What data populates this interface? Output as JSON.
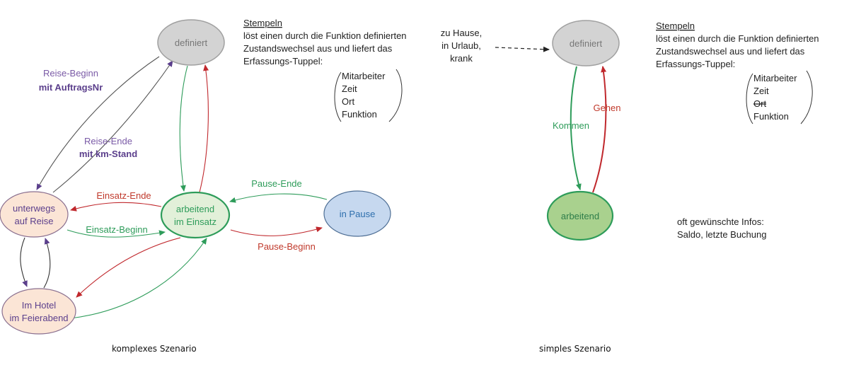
{
  "colors": {
    "purple": "#6a4c93",
    "green": "#2e9c5a",
    "red": "#c0282d",
    "gray_node": "#d3d3d3",
    "peach_node": "#fbe5d6",
    "lightgreen_node": "#e2f0d9",
    "blue_node": "#c6d8ef",
    "green_node": "#a9d18e"
  },
  "complex": {
    "caption": "komplexes Szenario",
    "nodes": {
      "definiert": "definiert",
      "unterwegs": [
        "unterwegs",
        "auf Reise"
      ],
      "arbeitend": [
        "arbeitend",
        "im Einsatz"
      ],
      "pause": "in Pause",
      "hotel": [
        "Im Hotel",
        "im Feierabend"
      ]
    },
    "edges": {
      "reise_beginn": [
        "Reise-Beginn",
        "mit AuftragsNr"
      ],
      "reise_ende": [
        "Reise-Ende",
        "mit km-Stand"
      ],
      "einsatz_ende": "Einsatz-Ende",
      "einsatz_beginn": "Einsatz-Beginn",
      "pause_ende": "Pause-Ende",
      "pause_beginn": "Pause-Beginn"
    },
    "note": {
      "title": "Stempeln",
      "lines": [
        "löst einen durch die Funktion definierten",
        "Zustandswechsel aus und liefert das",
        "Erfassungs-Tuppel:"
      ],
      "tuple": [
        "Mitarbeiter",
        "Zeit",
        "Ort",
        "Funktion"
      ]
    }
  },
  "absence": [
    "zu Hause,",
    "in Urlaub,",
    "krank"
  ],
  "simple": {
    "caption": "simples Szenario",
    "nodes": {
      "definiert": "definiert",
      "arbeitend": "arbeitend"
    },
    "edges": {
      "kommen": "Kommen",
      "gehen": "Gehen"
    },
    "note": {
      "title": "Stempeln",
      "lines": [
        "löst einen durch die Funktion definierten",
        "Zustandswechsel aus und liefert das",
        "Erfassungs-Tuppel:"
      ],
      "tuple": [
        "Mitarbeiter",
        "Zeit",
        "Ort",
        "Funktion"
      ]
    },
    "infos": [
      "oft gewünschte Infos:",
      "Saldo, letzte Buchung"
    ]
  }
}
